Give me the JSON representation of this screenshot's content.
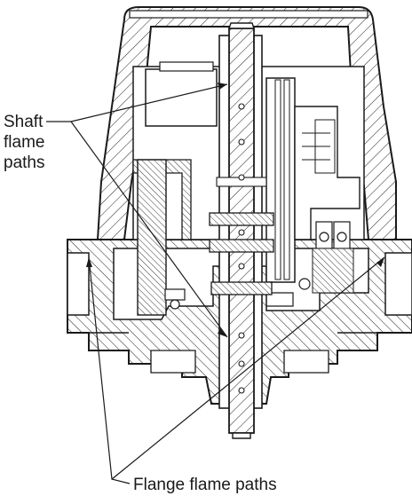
{
  "labels": {
    "shaft_line1": "Shaft",
    "shaft_line2": "flame",
    "shaft_line3": "paths",
    "flange": "Flange flame paths"
  },
  "colors": {
    "stroke": "#1a1a1a",
    "hatch": "#222222",
    "background": "#ffffff",
    "housing_fill": "#ffffff"
  }
}
